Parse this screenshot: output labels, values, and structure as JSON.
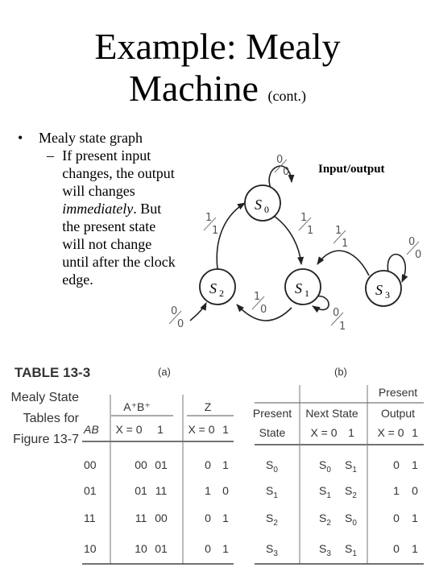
{
  "title": {
    "line1": "Example: Mealy",
    "line2": "Machine",
    "suffix": "(cont.)"
  },
  "bullet": {
    "marker": "•",
    "text": "Mealy state graph",
    "sub_marker": "–",
    "sub_text_1": "If present input changes, the output will changes ",
    "sub_text_italic": "immediately",
    "sub_text_2": ". But the present state will not change until after the clock edge."
  },
  "io_label": "Input/output",
  "graph": {
    "states": {
      "s0": "S",
      "s0_sub": "0",
      "s1": "S",
      "s1_sub": "1",
      "s2": "S",
      "s2_sub": "2",
      "s3": "S",
      "s3_sub": "3"
    },
    "labels": {
      "s0_loop_in": "0",
      "s0_loop_out": "0",
      "s2_s0_in": "1",
      "s2_s0_out": "1",
      "s0_s1_in": "1",
      "s0_s1_out": "1",
      "s3_s1_in": "1",
      "s3_s1_out": "1",
      "s3_loop_in": "0",
      "s3_loop_out": "0",
      "s1_s2_in": "1",
      "s1_s2_out": "0",
      "s2_in_in": "0",
      "s2_in_out": "0",
      "s1_loop_in": "0",
      "s1_loop_out": "1"
    }
  },
  "table": {
    "caption": [
      "TABLE 13-3",
      "Mealy State",
      "Tables for",
      "Figure 13-7"
    ],
    "part_a": "(a)",
    "part_b": "(b)",
    "a_header": {
      "ab": "AB",
      "next": "A⁺B⁺",
      "z": "Z",
      "x0": "X = 0",
      "x1": "1",
      "zx0": "X = 0",
      "zx1": "1"
    },
    "a_rows": [
      {
        "ab": "00",
        "n0": "00",
        "n1": "01",
        "z0": "0",
        "z1": "1"
      },
      {
        "ab": "01",
        "n0": "01",
        "n1": "11",
        "z0": "1",
        "z1": "0"
      },
      {
        "ab": "11",
        "n0": "11",
        "n1": "00",
        "z0": "0",
        "z1": "1"
      },
      {
        "ab": "10",
        "n0": "10",
        "n1": "01",
        "z0": "0",
        "z1": "1"
      }
    ],
    "b_header": {
      "present_1": "Present",
      "present_2": "State",
      "next_state": "Next State",
      "x0": "X = 0",
      "x1": "1",
      "output_1": "Present",
      "output_2": "Output",
      "ox0": "X = 0",
      "ox1": "1"
    },
    "b_rows": [
      {
        "ps": "S",
        "ps_sub": "0",
        "n0": "S",
        "n0_sub": "0",
        "n1": "S",
        "n1_sub": "1",
        "o0": "0",
        "o1": "1"
      },
      {
        "ps": "S",
        "ps_sub": "1",
        "n0": "S",
        "n0_sub": "1",
        "n1": "S",
        "n1_sub": "2",
        "o0": "1",
        "o1": "0"
      },
      {
        "ps": "S",
        "ps_sub": "2",
        "n0": "S",
        "n0_sub": "2",
        "n1": "S",
        "n1_sub": "0",
        "o0": "0",
        "o1": "1"
      },
      {
        "ps": "S",
        "ps_sub": "3",
        "n0": "S",
        "n0_sub": "3",
        "n1": "S",
        "n1_sub": "1",
        "o0": "0",
        "o1": "1"
      }
    ]
  }
}
